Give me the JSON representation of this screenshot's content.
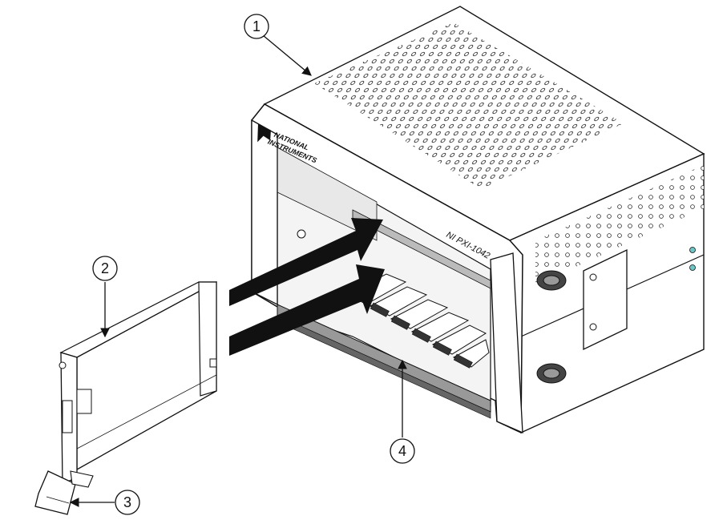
{
  "brand": {
    "line1": "NATIONAL",
    "line2": "INSTRUMENTS"
  },
  "model_label": "NI PXI-1042",
  "callouts": [
    {
      "label": "1",
      "target": "chassis"
    },
    {
      "label": "2",
      "target": "module"
    },
    {
      "label": "3",
      "target": "ejector-handle"
    },
    {
      "label": "4",
      "target": "guide-rails"
    }
  ]
}
